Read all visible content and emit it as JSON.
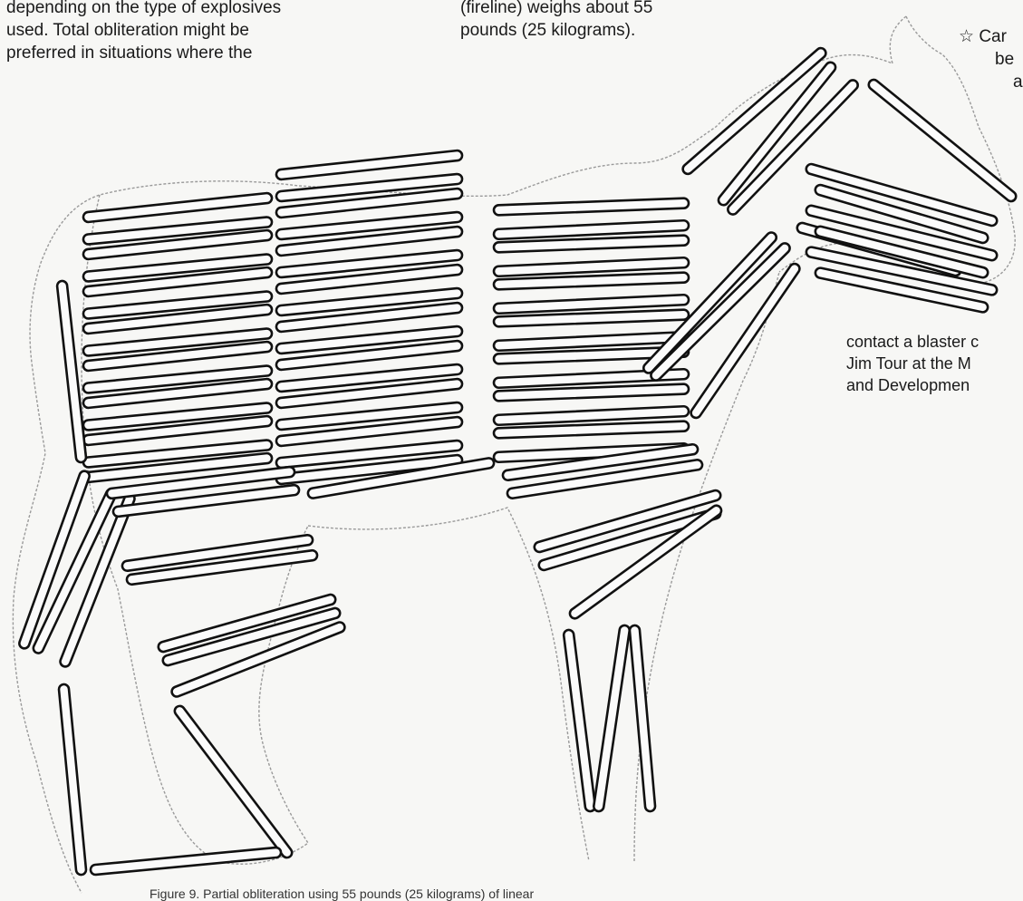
{
  "left_column": {
    "lines": [
      "depending on the type of explosives",
      "used.  Total obliteration might be",
      "preferred in situations where the"
    ]
  },
  "middle_column": {
    "lines": [
      "(fireline) weighs about 55",
      "pounds (25 kilograms)."
    ]
  },
  "right_note": {
    "icon": "star-outline-icon",
    "lines": [
      "Car",
      "be",
      "a"
    ]
  },
  "right_contact": {
    "lines": [
      "contact a blaster c",
      "Jim Tour at the M",
      "and Developmen"
    ]
  },
  "figure": {
    "caption": "Figure 9. Partial obliteration using 55 pounds (25 kilograms) of linear"
  }
}
